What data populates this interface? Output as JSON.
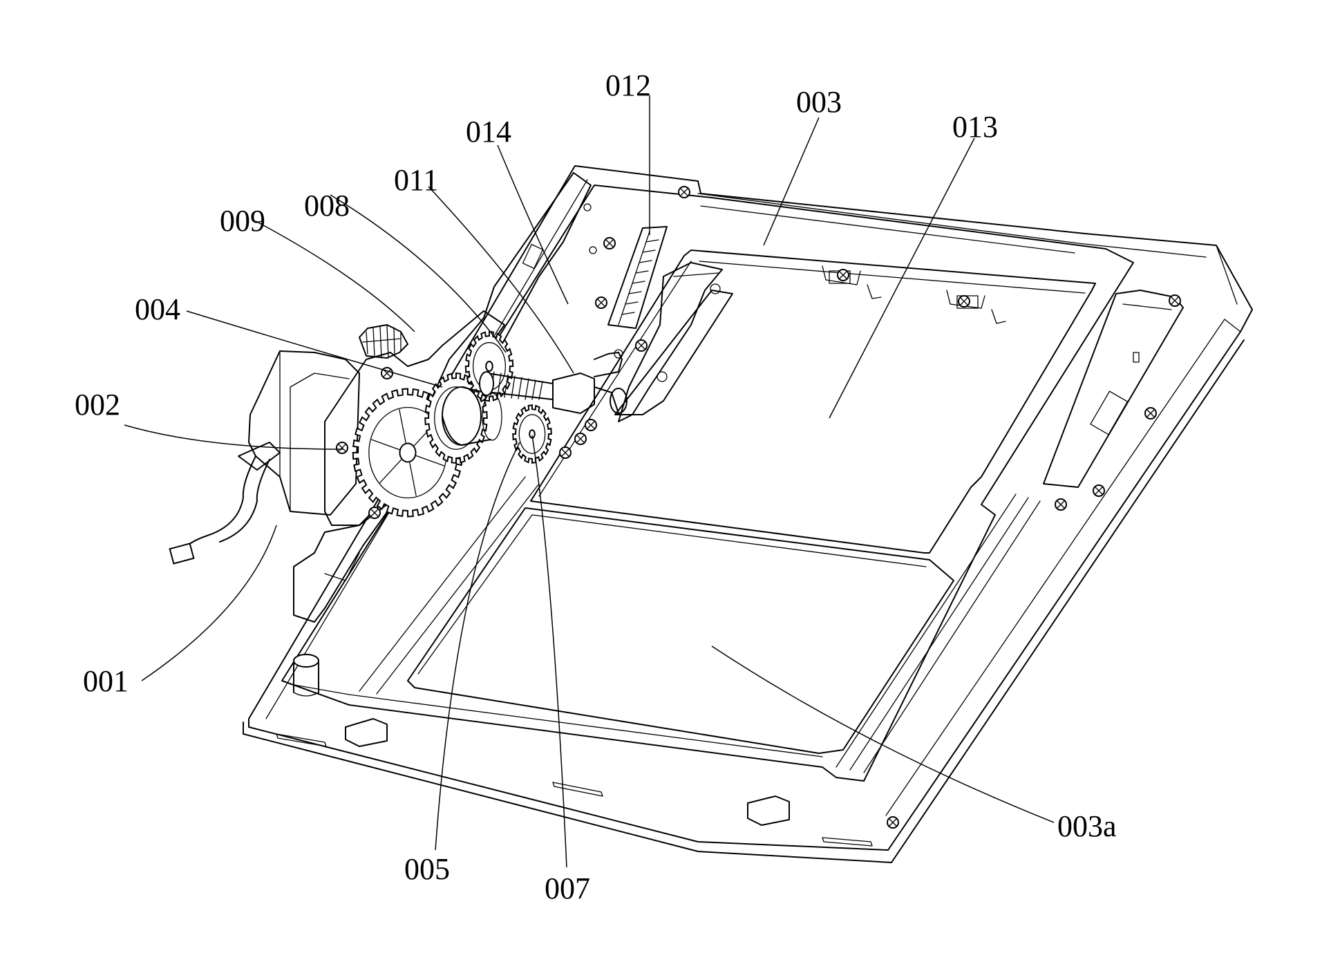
{
  "figure": {
    "labels": [
      {
        "id": "001",
        "text": "001"
      },
      {
        "id": "002",
        "text": "002"
      },
      {
        "id": "003",
        "text": "003"
      },
      {
        "id": "003a",
        "text": "003a"
      },
      {
        "id": "004",
        "text": "004"
      },
      {
        "id": "005",
        "text": "005"
      },
      {
        "id": "007",
        "text": "007"
      },
      {
        "id": "008",
        "text": "008"
      },
      {
        "id": "009",
        "text": "009"
      },
      {
        "id": "011",
        "text": "011"
      },
      {
        "id": "012",
        "text": "012"
      },
      {
        "id": "013",
        "text": "013"
      },
      {
        "id": "014",
        "text": "014"
      }
    ]
  }
}
